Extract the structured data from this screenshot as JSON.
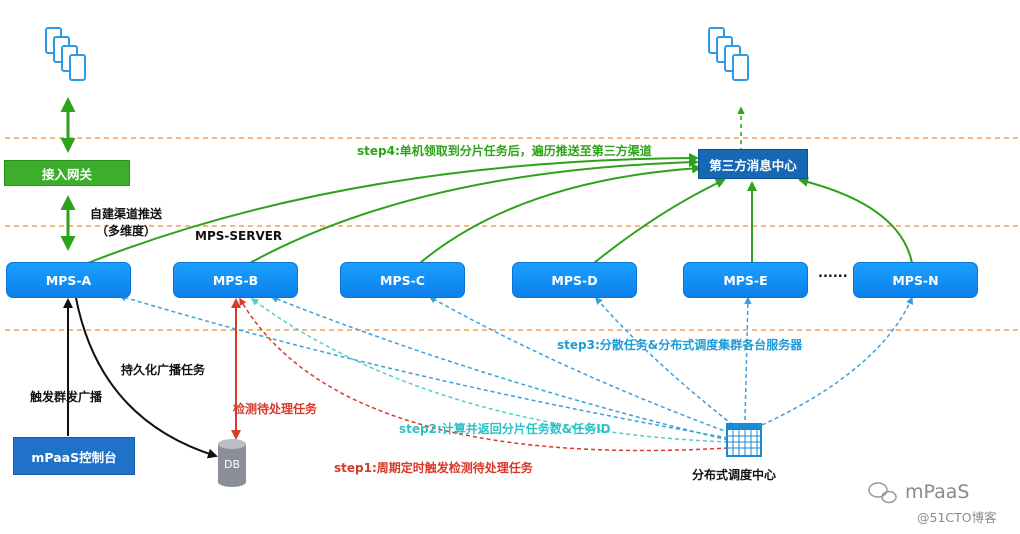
{
  "nodes": {
    "mps_a": "MPS-A",
    "mps_b": "MPS-B",
    "mps_c": "MPS-C",
    "mps_d": "MPS-D",
    "mps_e": "MPS-E",
    "mps_n": "MPS-N",
    "ellipsis": "......",
    "gateway": "接入网关",
    "third_party_center": "第三方消息中心",
    "console": "mPaaS控制台",
    "db": "DB",
    "scheduler": "分布式调度中心"
  },
  "labels": {
    "self_channel": "自建渠道推送",
    "multi_dimension": "（多维度）",
    "mps_server": "MPS-SERVER",
    "trigger_broadcast": "触发群发广播",
    "persist_broadcast": "持久化广播任务",
    "detect_pending": "检测待处理任务",
    "step1": "step1:周期定时触发检测待处理任务",
    "step2": "step2:计算并返回分片任务数&任务ID",
    "step3": "step3:分散任务&分布式调度集群各台服务器",
    "step4": "step4:单机领取到分片任务后，遍历推送至第三方渠道"
  },
  "watermark": {
    "brand": "mPaaS",
    "source": "@51CTO博客"
  },
  "colors": {
    "node_blue": "#1591f2",
    "green": "#2ea21a",
    "dashed_blue": "#3aa0db",
    "teal": "#4fd1c9",
    "red": "#d8392b",
    "orange_divider": "#f3a050",
    "console_blue": "#1f72c8"
  },
  "icons": [
    "phone-stack-icon",
    "calendar-grid-icon",
    "database-cylinder-icon",
    "wechat-icon"
  ]
}
